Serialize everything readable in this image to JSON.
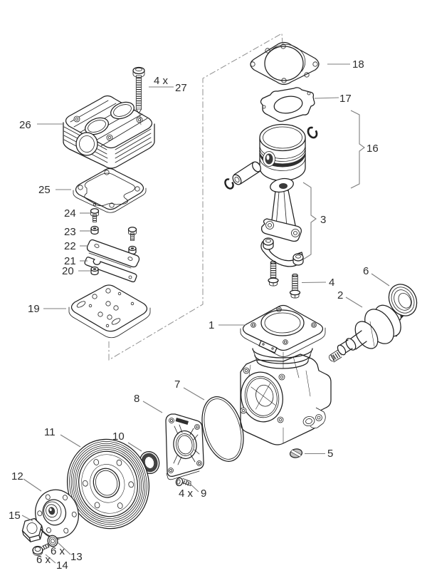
{
  "figure": {
    "background": "#ffffff",
    "line_color": "#1f1f1f",
    "leader_color": "#7e7e7e",
    "label_color": "#2d2d2d",
    "callouts": [
      {
        "label": "1"
      },
      {
        "label": "2"
      },
      {
        "label": "3"
      },
      {
        "label": "4"
      },
      {
        "label": "5"
      },
      {
        "label": "6"
      },
      {
        "label": "7"
      },
      {
        "label": "8"
      },
      {
        "label": "9",
        "qty": "4 x"
      },
      {
        "label": "10"
      },
      {
        "label": "11"
      },
      {
        "label": "12"
      },
      {
        "label": "13",
        "qty": "6 x"
      },
      {
        "label": "14",
        "qty": "6 x"
      },
      {
        "label": "15"
      },
      {
        "label": "16"
      },
      {
        "label": "17"
      },
      {
        "label": "18"
      },
      {
        "label": "19"
      },
      {
        "label": "20"
      },
      {
        "label": "21"
      },
      {
        "label": "22"
      },
      {
        "label": "23"
      },
      {
        "label": "24"
      },
      {
        "label": "25"
      },
      {
        "label": "26"
      },
      {
        "label": "27",
        "qty": "4 x"
      }
    ]
  }
}
